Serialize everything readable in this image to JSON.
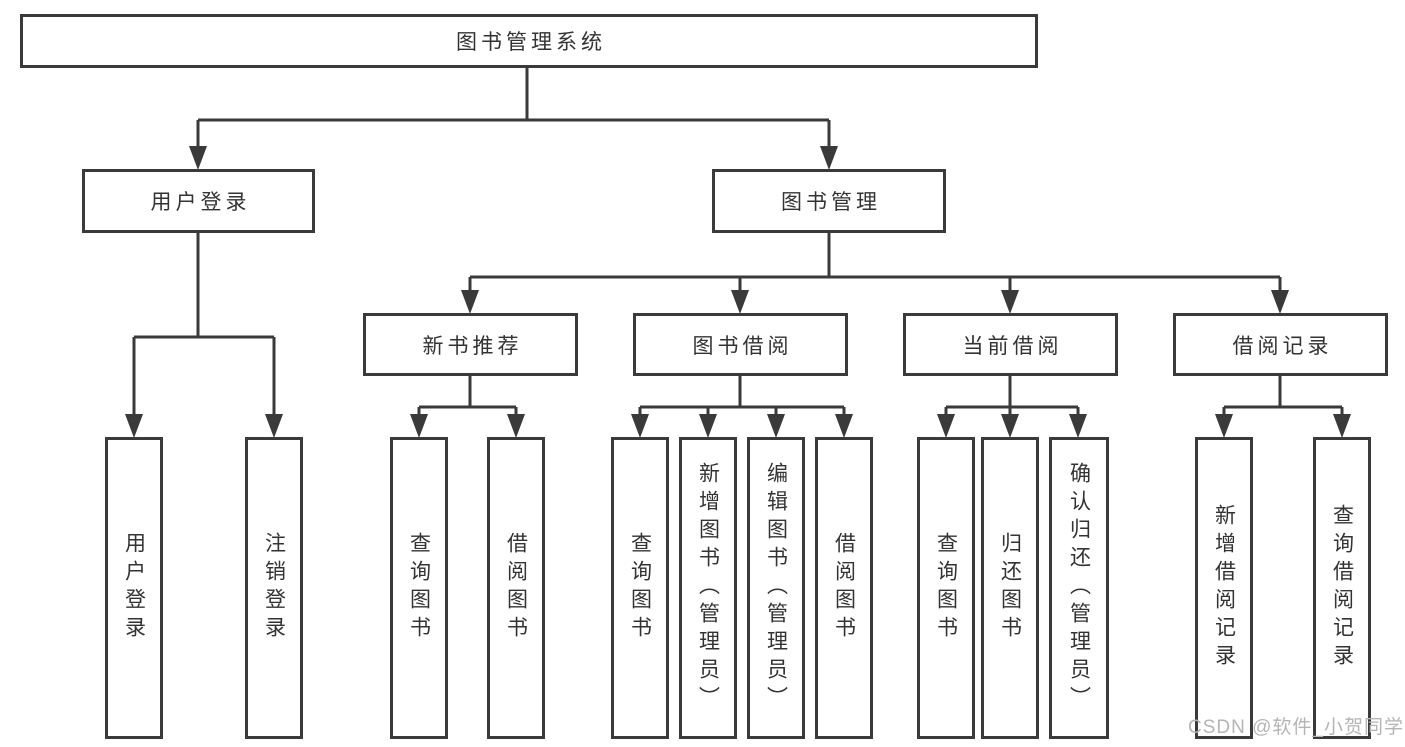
{
  "diagram_title": "图书管理系统",
  "colors": {
    "line": "#3a3a3a",
    "text": "#333333",
    "watermark": "#b5b5b5"
  },
  "nodes": {
    "root": "图书管理系统",
    "user_login": "用户登录",
    "book_mgmt": "图书管理",
    "new_book_rec": "新书推荐",
    "book_borrow": "图书借阅",
    "current_borrow": "当前借阅",
    "borrow_records": "借阅记录",
    "leaf_user_login": "用户登录",
    "leaf_logout": "注销登录",
    "leaf_query_book_1": "查询图书",
    "leaf_borrow_book_1": "借阅图书",
    "leaf_query_book_2": "查询图书",
    "leaf_add_book": "新增图书（管理员）",
    "leaf_edit_book": "编辑图书（管理员）",
    "leaf_borrow_book_2": "借阅图书",
    "leaf_query_book_3": "查询图书",
    "leaf_return_book": "归还图书",
    "leaf_confirm_return": "确认归还（管理员）",
    "leaf_add_borrow_record": "新增借阅记录",
    "leaf_query_borrow_record": "查询借阅记录"
  },
  "watermark": "CSDN @软件_小贺同学",
  "hierarchy": {
    "图书管理系统": {
      "用户登录": [
        "用户登录",
        "注销登录"
      ],
      "图书管理": {
        "新书推荐": [
          "查询图书",
          "借阅图书"
        ],
        "图书借阅": [
          "查询图书",
          "新增图书（管理员）",
          "编辑图书（管理员）",
          "借阅图书"
        ],
        "当前借阅": [
          "查询图书",
          "归还图书",
          "确认归还（管理员）"
        ],
        "借阅记录": [
          "新增借阅记录",
          "查询借阅记录"
        ]
      }
    }
  }
}
